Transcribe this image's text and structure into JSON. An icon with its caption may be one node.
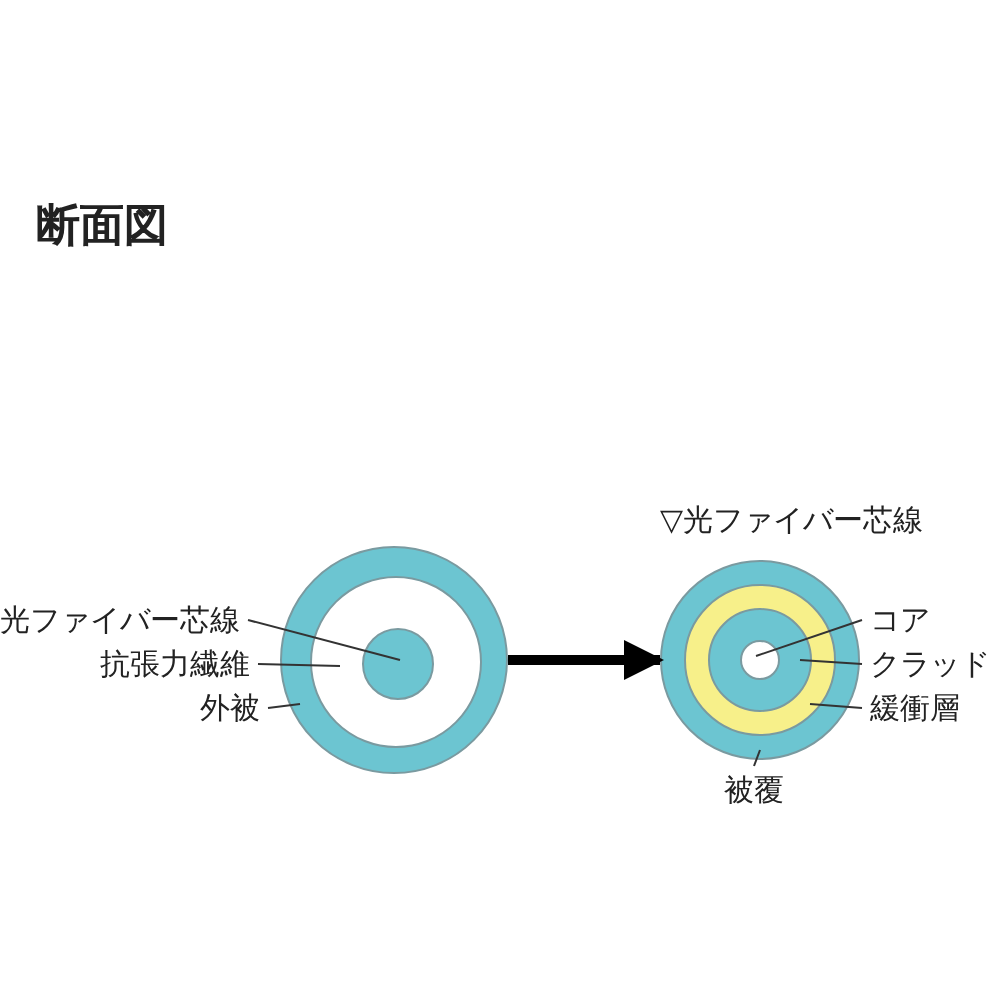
{
  "diagram": {
    "title": "断面図",
    "nodes": [
      {
        "text": [
          "光ファイバー芯線"
        ]
      },
      {
        "text": [
          "抗張力繊維"
        ]
      },
      {
        "text": [
          "外被"
        ]
      },
      {
        "text": [],
        "shape": "circle"
      },
      {
        "text": [],
        "shape": "circle",
        "in": 3
      },
      {
        "text": [],
        "shape": "circle",
        "in": 4
      },
      {
        "text": [
          "▽光ファイバー芯線"
        ]
      },
      {
        "text": [],
        "shape": "circle",
        "in": 6
      },
      {
        "text": [],
        "shape": "circle",
        "in": 7
      },
      {
        "text": [],
        "shape": "circle",
        "in": 8
      },
      {
        "text": [],
        "shape": "circle",
        "in": 9
      },
      {
        "text": [
          "コア"
        ]
      },
      {
        "text": [
          "クラッド"
        ]
      },
      {
        "text": [
          "緩衝層"
        ]
      },
      {
        "text": [
          "被覆"
        ]
      }
    ],
    "edges": [
      {
        "from": 0,
        "to": 5,
        "arrow": "none"
      },
      {
        "from": 1,
        "to": 4,
        "arrow": "none"
      },
      {
        "from": 2,
        "to": 3,
        "arrow": "none"
      },
      {
        "from": 3,
        "to": 6,
        "arrow": "to",
        "style": "thick"
      },
      {
        "from": 11,
        "to": 10,
        "arrow": "none"
      },
      {
        "from": 12,
        "to": 9,
        "arrow": "none"
      },
      {
        "from": 13,
        "to": 8,
        "arrow": "none"
      },
      {
        "from": 14,
        "to": 7,
        "arrow": "none"
      }
    ]
  }
}
